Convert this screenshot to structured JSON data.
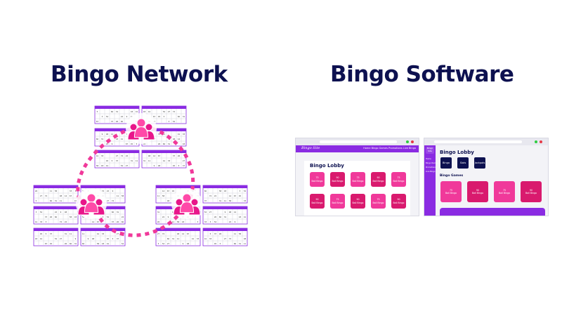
{
  "headings": {
    "network": "Bingo Network",
    "software": "Bingo Software"
  },
  "colors": {
    "navy": "#0d1150",
    "purple": "#8a2be2",
    "pink": "#f0399a",
    "magenta": "#d91a6e"
  },
  "icons": {
    "player_group": "people-group-icon"
  },
  "mock_home": {
    "brand": "Bingo Site",
    "nav_links": "Home  Bingo Games  Promotions  Live Bingo",
    "lobby_title": "Bingo Lobby",
    "tiles": [
      {
        "num": "75",
        "name": "Ball Bingo"
      },
      {
        "num": "90",
        "name": "Ball Bingo"
      },
      {
        "num": "75",
        "name": "Ball Bingo"
      },
      {
        "num": "90",
        "name": "Ball Bingo"
      },
      {
        "num": "75",
        "name": "Ball Bingo"
      },
      {
        "num": "90",
        "name": "Ball Bingo"
      },
      {
        "num": "75",
        "name": "Ball Bingo"
      },
      {
        "num": "90",
        "name": "Ball Bingo"
      },
      {
        "num": "75",
        "name": "Ball Bingo"
      },
      {
        "num": "90",
        "name": "Ball Bingo"
      }
    ]
  },
  "mock_admin": {
    "logo": "Bingo Site",
    "sidebar": [
      "Home",
      "Bingo Rooms",
      "Promotions",
      "Live Bingo"
    ],
    "lobby_title": "Bingo Lobby",
    "buttons": [
      "Bingo",
      "Slots",
      "Jackpots"
    ],
    "games_title": "Bingo Games",
    "tiles": [
      {
        "num": "75",
        "name": "Ball Bingo"
      },
      {
        "num": "90",
        "name": "Ball Bingo"
      },
      {
        "num": "75",
        "name": "Ball Bingo"
      },
      {
        "num": "90",
        "name": "Ball Bingo"
      }
    ]
  }
}
